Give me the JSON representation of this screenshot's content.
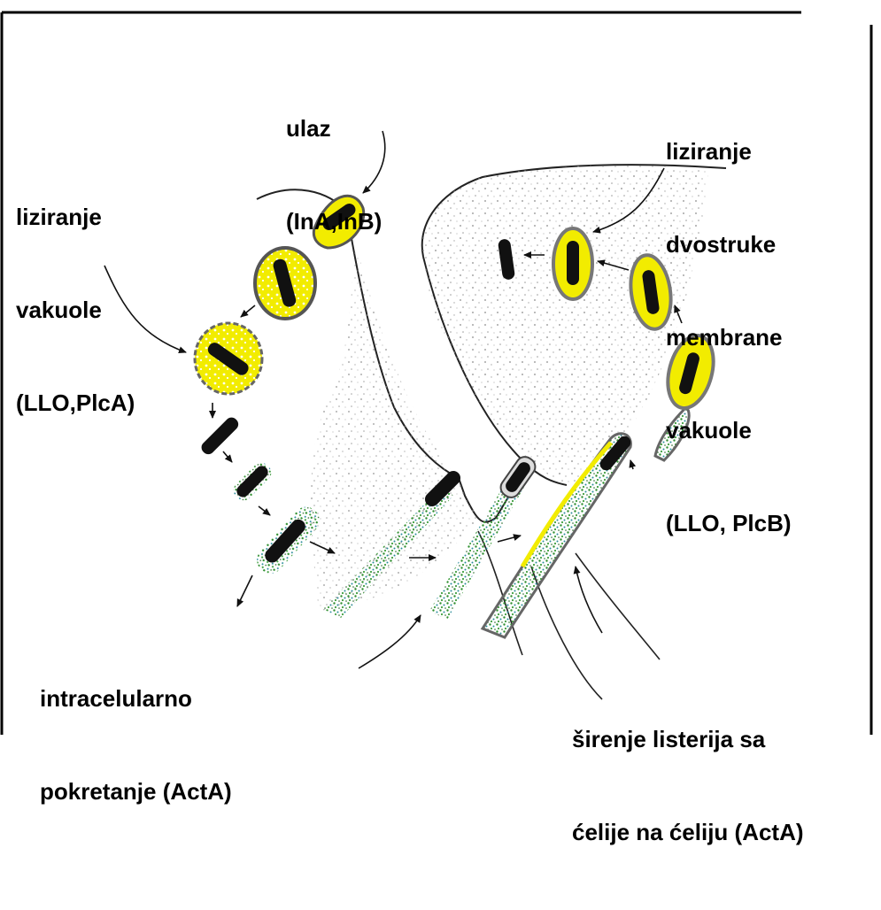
{
  "labels": {
    "entry": [
      "ulaz",
      "(InA,InB)"
    ],
    "vacuole_lysis": [
      "liziranje",
      "vakuole",
      "(LLO,PlcA)"
    ],
    "double_membrane_lysis": [
      "liziranje",
      "dvostruke",
      "membrane",
      "vakuole",
      "(LLO, PlcB)"
    ],
    "intracellular_motility": [
      "intracelularno",
      "pokretanje (ActA)"
    ],
    "cell_to_cell_spread": [
      "širenje listerija sa",
      "ćelije na ćeliju (ActA)"
    ]
  },
  "colors": {
    "bacterium": "#111111",
    "vacuole_fill": "#f2ec00",
    "actin_green": "#2f8f2f",
    "actin_teal": "#2a8c9a",
    "cytoplasm_dots": "#9a9a9a",
    "outline": "#222222"
  }
}
